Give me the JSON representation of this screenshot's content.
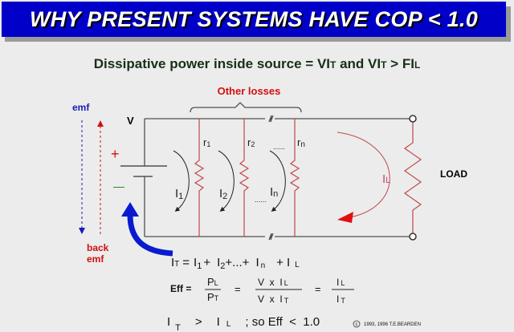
{
  "title": "WHY PRESENT SYSTEMS HAVE COP < 1.0",
  "subtitle": "Dissipative power inside source = VIₜ and VIₜ > FIₗ",
  "subtitle_parts": {
    "a": "Dissipative power inside source = VI",
    "t1": "T",
    "b": " and VI",
    "t2": "T",
    "c": " > FI",
    "l": "L"
  },
  "circuit": {
    "other_losses": "Other losses",
    "v": "V",
    "emf": "emf",
    "back_emf_1": "back",
    "back_emf_2": "emf",
    "plus": "+",
    "minus": "—",
    "load": "LOAD",
    "r1": "r",
    "r1s": "1",
    "r2": "r",
    "r2s": "2",
    "rn": "r",
    "rns": "n",
    "dots": "......",
    "i1": "I",
    "i1s": "1",
    "i2": "I",
    "i2s": "2",
    "in": "I",
    "ins": "n",
    "il": "I",
    "ils": "L"
  },
  "equations": {
    "sum": {
      "lhs": "I",
      "lhs_sub": "T",
      "eq": "=",
      "t1": "I",
      "s1": "1",
      "p1": "+",
      "t2": "I",
      "s2": "2",
      "p2": "+...+",
      "t3": "I",
      "s3": "n",
      "p3": "+",
      "t4": "I",
      "s4": "L"
    },
    "eff": {
      "label": "Eff =",
      "pl": "P",
      "pls": "L",
      "pt": "P",
      "pts": "T",
      "eq": "=",
      "num": "V  x  I",
      "nums": "L",
      "den": "V  x  I",
      "dens": "T",
      "eq2": "=",
      "il": "I",
      "ils": "L",
      "it": "I",
      "its": "T"
    },
    "conclusion": {
      "it": "I",
      "its": "T",
      "gt": ">",
      "il": "I",
      "ils": "L",
      "rest": "; so Eff  <  1.0"
    },
    "copyright_symbol": "c",
    "copyright": "1993, 1996 T.E.BEARDEN"
  },
  "colors": {
    "banner": "#0000c8",
    "wire": "#505050",
    "branch": "#c04848",
    "emf": "#1a1ab8",
    "back": "#d01010",
    "green": "#208020"
  }
}
